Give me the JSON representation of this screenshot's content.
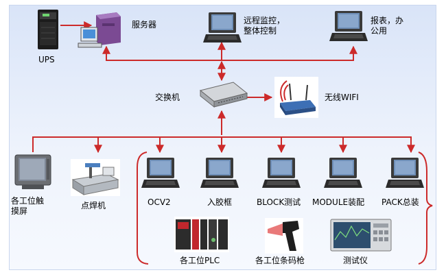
{
  "colors": {
    "wire": "#cc2a2a",
    "background_top": "#d9e4f8",
    "background_bottom": "#f6f9fe"
  },
  "nodes": {
    "ups": {
      "label": "UPS",
      "icon": "ups-tower-icon"
    },
    "server": {
      "label": "服务器",
      "icon": "desktop-pc-icon"
    },
    "remote": {
      "line1": "远程监控，",
      "line2": "整体控制",
      "icon": "laptop-icon"
    },
    "report": {
      "line1": "报表，办",
      "line2": "公用",
      "icon": "laptop-icon"
    },
    "switch": {
      "label": "交换机",
      "icon": "network-switch-icon"
    },
    "wifi": {
      "label": "无线WIFI",
      "icon": "wireless-router-icon"
    },
    "touchscreen": {
      "line1": "各工位触",
      "line2": "摸屏",
      "icon": "crt-monitor-icon"
    },
    "welder": {
      "label": "点焊机",
      "icon": "spot-welder-icon"
    },
    "ocv2": {
      "label": "OCV2",
      "icon": "laptop-icon"
    },
    "glue": {
      "label": "入胶框",
      "icon": "laptop-icon"
    },
    "block": {
      "label": "BLOCK测试",
      "icon": "laptop-icon"
    },
    "module": {
      "label": "MODULE装配",
      "icon": "laptop-icon"
    },
    "pack": {
      "label": "PACK总装",
      "icon": "laptop-icon"
    },
    "plc": {
      "label": "各工位PLC",
      "icon": "plc-rack-icon"
    },
    "scanner": {
      "label": "各工位条码枪",
      "icon": "barcode-scanner-icon"
    },
    "tester": {
      "label": "测试仪",
      "icon": "test-instrument-icon"
    }
  }
}
